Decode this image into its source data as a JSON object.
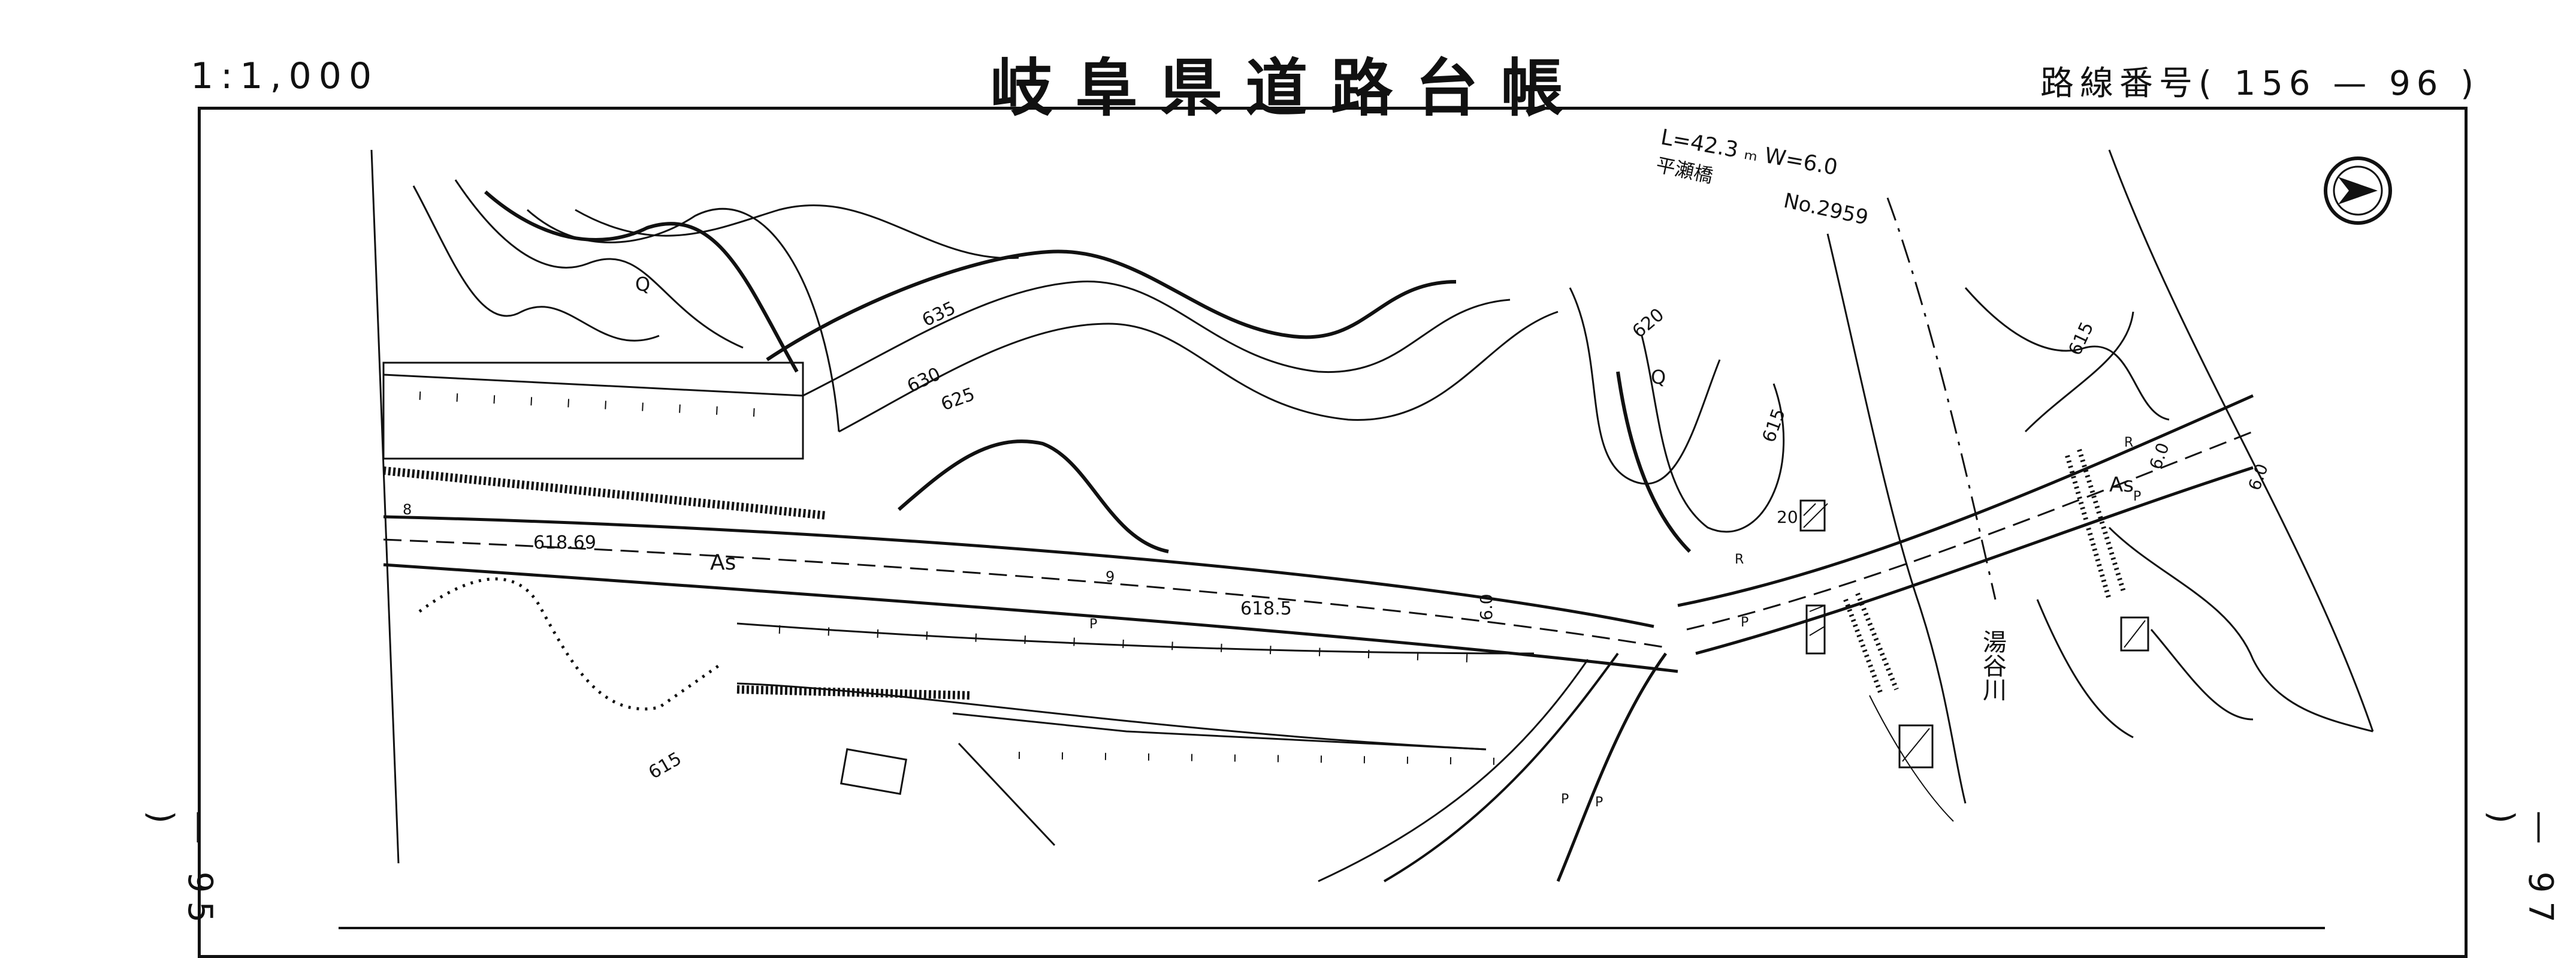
{
  "header": {
    "scale": "1:1,000",
    "title": "岐阜県道路台帳",
    "route_number": "路線番号( 156 — 96 )"
  },
  "side": {
    "prev_sheet": "— 95 )",
    "next_sheet": "— 97 )"
  },
  "bridge": {
    "dimensions": "L=42.3 ₘ W=6.0",
    "name": "平瀬橋",
    "number": "No.2959"
  },
  "river": {
    "name": "湯谷川"
  },
  "contours": [
    "635",
    "630",
    "625",
    "620",
    "615",
    "615",
    "615"
  ],
  "elevations": [
    "618.69",
    "618.5"
  ],
  "road": {
    "surface_labels": [
      "As",
      "As"
    ],
    "widths": [
      "6.0",
      "6.0",
      "6.0"
    ],
    "station_marks": [
      "8",
      "9",
      "20"
    ]
  },
  "symbols": {
    "quarry": [
      "Q",
      "Q"
    ],
    "marks": [
      "R",
      "R",
      "P",
      "P",
      "P",
      "P",
      "P"
    ]
  },
  "colors": {
    "ink": "#111111",
    "paper": "#ffffff"
  },
  "north_arrow": "north-arrow-icon"
}
